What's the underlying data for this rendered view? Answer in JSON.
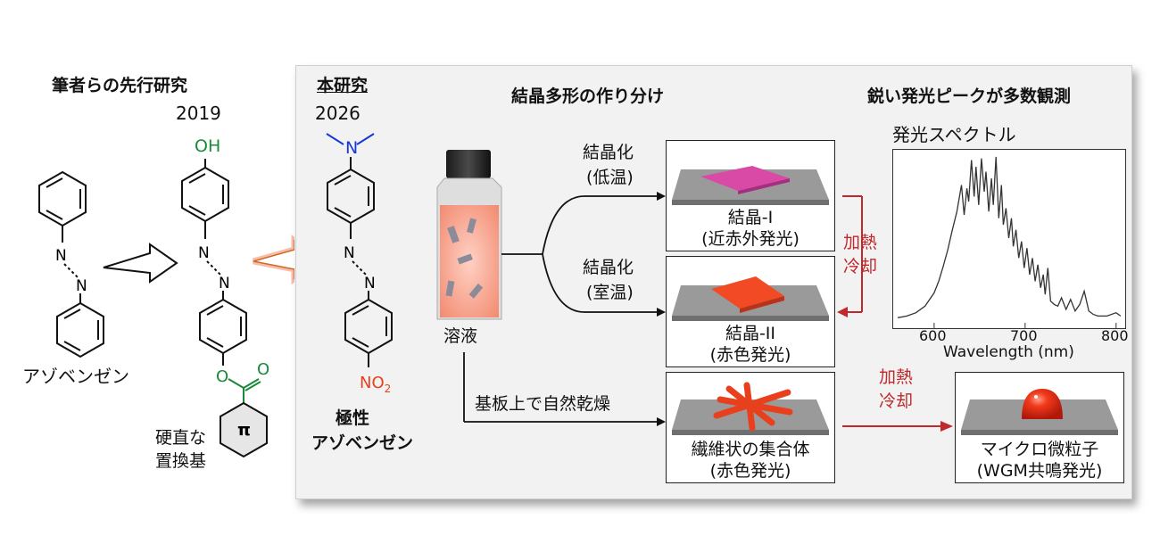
{
  "prior_work": {
    "title": "筆者らの先行研究",
    "year": "2019",
    "azobenzene_label": "アゾベンゼン",
    "oh_group": "OH",
    "n_label": "N",
    "ester_o": "O",
    "pi_label": "π",
    "substituent_label_1": "硬直な",
    "substituent_label_2": "置換基"
  },
  "this_work": {
    "title": "本研究",
    "year": "2026",
    "amine_n": "N",
    "nitro_label": "NO",
    "nitro_sub": "2",
    "polar_label_1": "極性",
    "polar_label_2": "アゾベンゼン"
  },
  "panel": {
    "polymorph_heading": "結晶多形の作り分け",
    "spectrum_heading": "鋭い発光ピークが多数観測",
    "solution_label": "溶液",
    "path_low_1": "結晶化",
    "path_low_2": "(低温)",
    "path_rt_1": "結晶化",
    "path_rt_2": "(室温)",
    "path_dry": "基板上で自然乾燥",
    "crystal1_1": "結晶-I",
    "crystal1_2": "(近赤外発光)",
    "crystal2_1": "結晶-II",
    "crystal2_2": "(赤色発光)",
    "fiber_1": "繊維状の集合体",
    "fiber_2": "(赤色発光)",
    "heat_1": "加熱",
    "heat_2": "冷却",
    "heat2_1": "加熱",
    "heat2_2": "冷却",
    "micro_1": "マイクロ微粒子",
    "micro_2": "(WGM共鳴発光)"
  },
  "chart_data": {
    "type": "line",
    "title": "発光スペクトル",
    "xlabel": "Wavelength (nm)",
    "ylabel": "",
    "xlim": [
      555,
      810
    ],
    "ylim": [
      0,
      1
    ],
    "x_ticks": [
      "600",
      "700",
      "800"
    ],
    "series": [
      {
        "x": [
          560,
          570,
          580,
          590,
          600,
          605,
          610,
          615,
          620,
          625,
          630,
          633,
          636,
          638,
          641,
          644,
          646,
          649,
          652,
          655,
          657,
          660,
          663,
          665,
          668,
          671,
          674,
          676,
          679,
          682,
          685,
          687,
          690,
          693,
          696,
          699,
          702,
          705,
          708,
          711,
          714,
          717,
          720,
          722,
          725,
          728,
          732,
          736,
          740,
          745,
          750,
          755,
          760,
          765,
          770,
          775,
          780,
          790,
          800,
          805
        ],
        "y": [
          0.02,
          0.03,
          0.05,
          0.09,
          0.17,
          0.24,
          0.33,
          0.43,
          0.55,
          0.66,
          0.82,
          0.64,
          0.8,
          0.72,
          0.97,
          0.75,
          0.93,
          0.7,
          0.98,
          0.78,
          0.9,
          0.66,
          0.86,
          0.7,
          0.99,
          0.62,
          0.82,
          0.58,
          0.68,
          0.5,
          0.62,
          0.45,
          0.55,
          0.38,
          0.48,
          0.32,
          0.44,
          0.28,
          0.38,
          0.24,
          0.34,
          0.2,
          0.28,
          0.16,
          0.32,
          0.12,
          0.1,
          0.09,
          0.14,
          0.07,
          0.13,
          0.06,
          0.1,
          0.18,
          0.06,
          0.04,
          0.03,
          0.03,
          0.05,
          0.03
        ]
      }
    ]
  },
  "colors": {
    "green": "#1a8a3a",
    "blue": "#1538d8",
    "red": "#e8401c",
    "dark_red": "#c0282c",
    "magenta": "#d84aa6",
    "orange_red": "#f24a25",
    "substrate": "#9a9a9a"
  }
}
